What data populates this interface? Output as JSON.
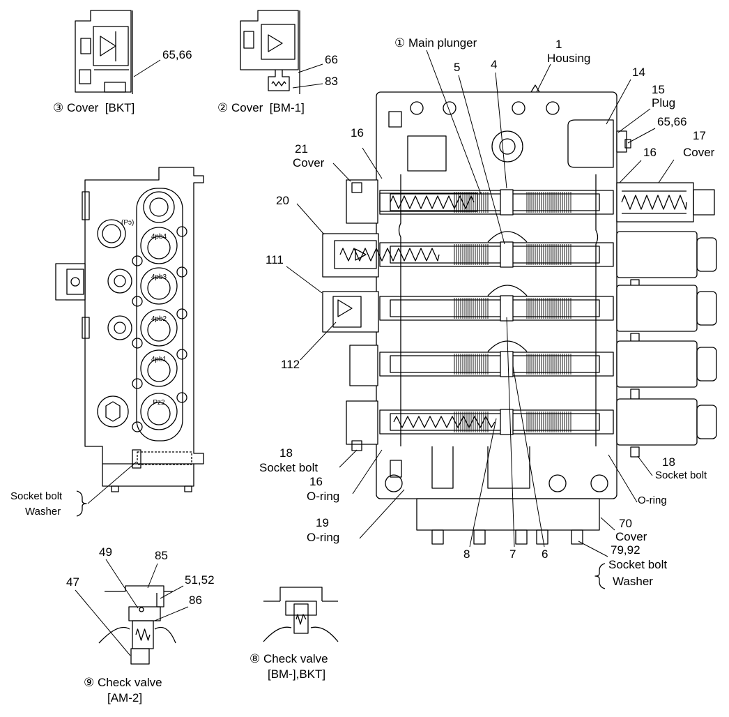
{
  "colors": {
    "ink": "#000000",
    "paper": "#ffffff"
  },
  "cover_bkt_inset": {
    "caption": "③ Cover  [BKT]",
    "callout_65_66": "65,66"
  },
  "cover_bm1_inset": {
    "caption": "② Cover  [BM-1]",
    "callout_66": "66",
    "callout_83": "83"
  },
  "side_view": {
    "port_po": "(Pɔ)",
    "port_4pb4": "4pb4",
    "port_4pb3": "4pb3",
    "port_4pb2": "4pb2",
    "port_4pb1": "4pb1",
    "port_pz2": "Pz2",
    "socket_bolt": "Socket bolt",
    "washer": "Washer"
  },
  "main_view": {
    "main_plunger": "① Main plunger",
    "housing_no": "1",
    "housing": "Housing",
    "part_5": "5",
    "part_4": "4",
    "part_14": "14",
    "part_15": "15",
    "plug": "Plug",
    "part_65_66": "65,66",
    "part_16_top_left": "16",
    "part_21": "21",
    "cover_21": "Cover",
    "part_17": "17",
    "cover_17": "Cover",
    "part_16_top_right": "16",
    "part_20": "20",
    "part_111": "111",
    "part_112": "112",
    "part_18_left": "18",
    "socket_bolt_left": "Socket bolt",
    "part_16_bottom": "16",
    "o_ring_16": "O-ring",
    "part_19": "19",
    "o_ring_19": "O-ring",
    "part_8": "8",
    "part_7": "7",
    "part_6": "6",
    "part_18_right": "18",
    "socket_bolt_right": "Socket bolt",
    "o_ring_right": "O-ring",
    "part_70": "70",
    "cover_70": "Cover",
    "part_79_92": "79,92",
    "socket_bolt_bottom": "Socket bolt",
    "washer_bottom": "Washer"
  },
  "check_valve_am2": {
    "caption": "⑨ Check valve",
    "variant": "[AM-2]",
    "part_49": "49",
    "part_85": "85",
    "part_47": "47",
    "part_51_52": "51,52",
    "part_86": "86"
  },
  "check_valve_bm_bkt": {
    "caption": "⑧ Check valve",
    "variant": "[BM-],BKT]"
  }
}
